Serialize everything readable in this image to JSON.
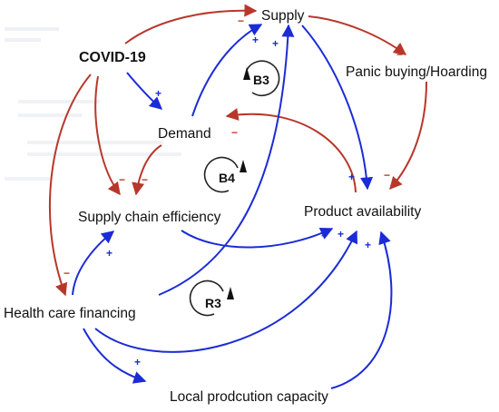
{
  "colors": {
    "positive_link": "#1b2bd6",
    "negative_link": "#b8372a",
    "text": "#111111"
  },
  "nodes": {
    "covid": "COVID-19",
    "supply": "Supply",
    "panic": "Panic buying/Hoarding",
    "demand": "Demand",
    "supply_chain": "Supply chain efficiency",
    "product": "Product availability",
    "health": "Health care financing",
    "local": "Local prodcution capacity"
  },
  "loops": {
    "b3": "B3",
    "b4": "B4",
    "r3": "R3"
  },
  "polarity": {
    "plus": "+",
    "minus": "−"
  }
}
